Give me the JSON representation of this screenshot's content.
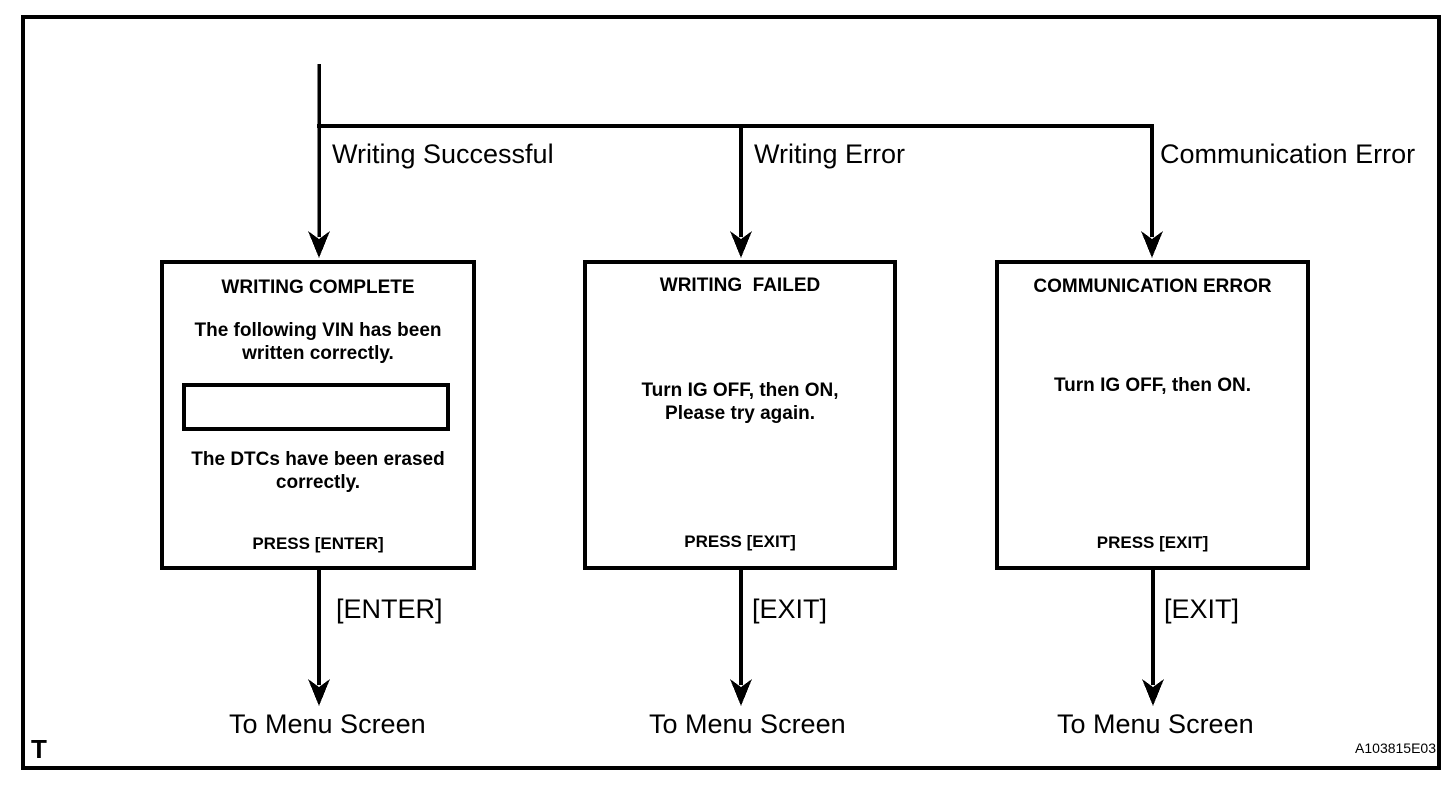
{
  "figure": {
    "corner_label": "T",
    "figure_code": "A103815E03",
    "colors": {
      "ink": "#000000",
      "background": "#ffffff"
    },
    "branches": [
      {
        "condition": "Writing Successful",
        "screen": {
          "title": "WRITING COMPLETE",
          "message1_line1": "The following VIN has been",
          "message1_line2": "written correctly.",
          "vin_field_value": "",
          "message2_line1": "The DTCs have been erased",
          "message2_line2": "correctly.",
          "press": "PRESS [ENTER]"
        },
        "key": "[ENTER]",
        "destination": "To Menu Screen"
      },
      {
        "condition": "Writing Error",
        "screen": {
          "title": "WRITING  FAILED",
          "message1_line1": "Turn IG OFF, then ON,",
          "message1_line2": "Please try again.",
          "press": "PRESS [EXIT]"
        },
        "key": "[EXIT]",
        "destination": "To Menu Screen"
      },
      {
        "condition": "Communication Error",
        "screen": {
          "title": "COMMUNICATION ERROR",
          "message1_line1": "Turn IG OFF, then ON.",
          "press": "PRESS [EXIT]"
        },
        "key": "[EXIT]",
        "destination": "To Menu Screen"
      }
    ]
  }
}
